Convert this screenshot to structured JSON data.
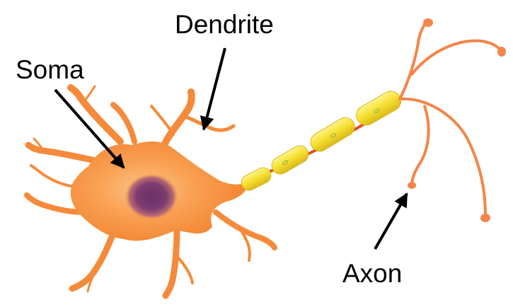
{
  "labels": {
    "dendrite": "Dendrite",
    "soma": "Soma",
    "axon": "Axon"
  },
  "colors": {
    "cell_body": "#f8923a",
    "cell_body_light": "#fbb26f",
    "nucleus": "#7a3a6e",
    "myelin": "#f3dd2b",
    "axon_core": "#e34b22",
    "axon_branch": "#f4854a",
    "arrow": "#000000"
  }
}
